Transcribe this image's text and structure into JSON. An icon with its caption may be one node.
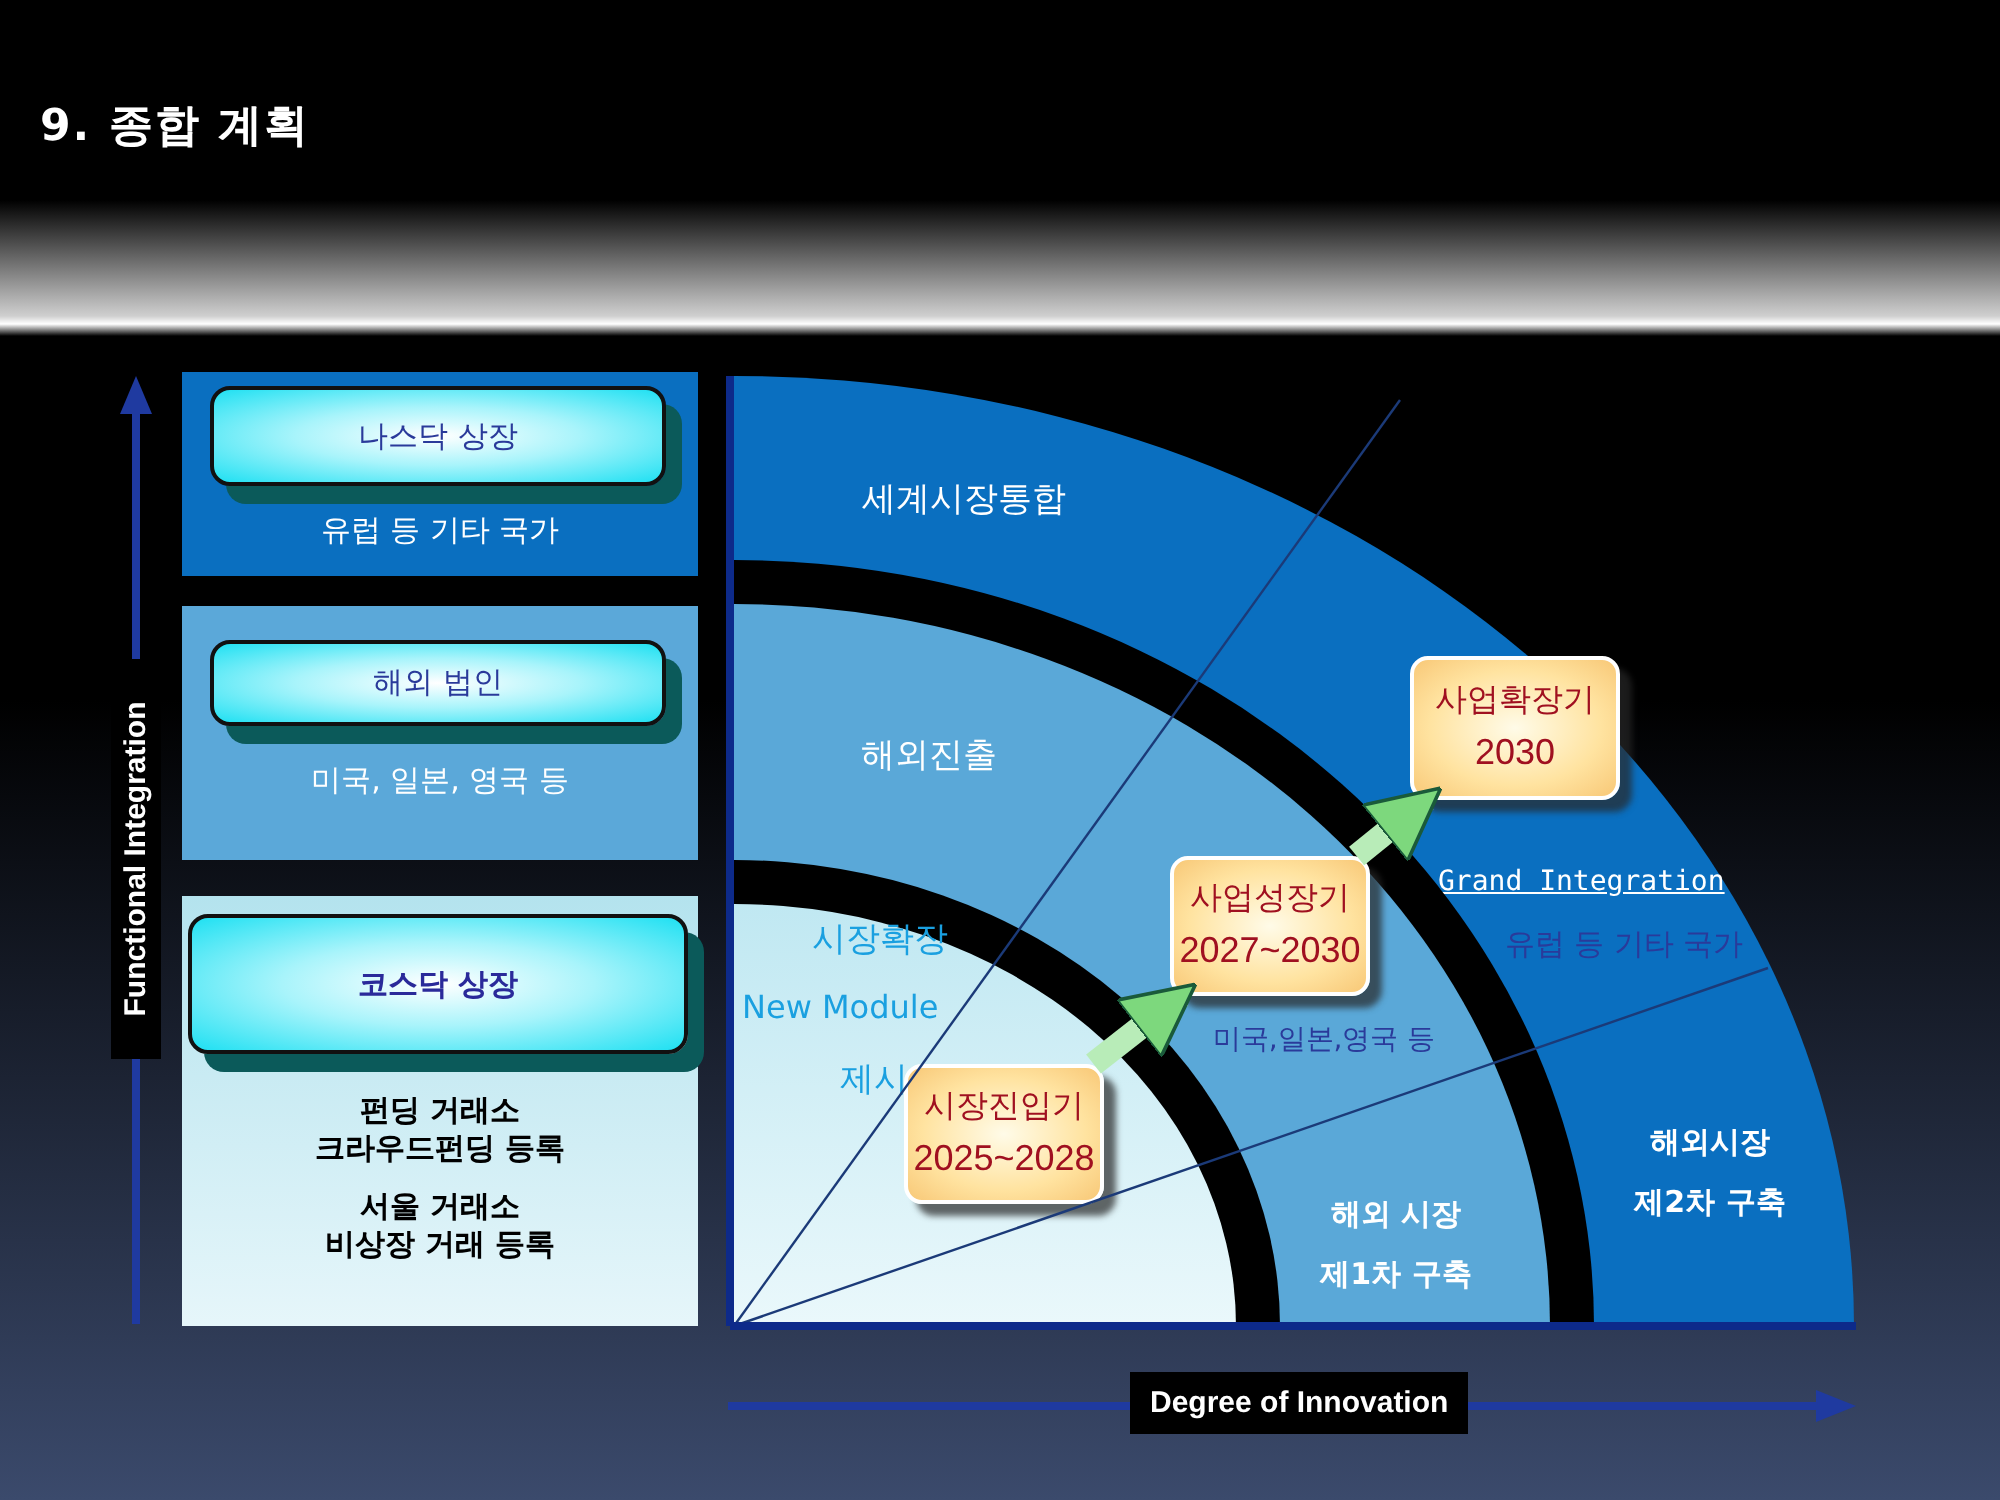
{
  "diagram": {
    "title": "9. 종합 계획",
    "nodes": [
      {
        "text": [
          "유럽 등 기타 국가"
        ]
      },
      {
        "text": [
          "나스닥 상장"
        ],
        "in": 0
      },
      {
        "text": [
          "미국, 일본, 영국 등"
        ]
      },
      {
        "text": [
          "해외 법인"
        ],
        "in": 2
      },
      {
        "text": [
          "펀딩 거래소 크라우드펀딩 등록",
          "서울 거래소 비상장 거래 등록"
        ]
      },
      {
        "text": [
          "코스닥 상장"
        ],
        "in": 4
      },
      {
        "text": [
          "세계시장통합",
          "Grand Integration",
          "유럽 등 기타 국가",
          "해외시장 제2차 구축"
        ]
      },
      {
        "text": [
          "해외진출",
          "미국,일본,영국 등",
          "해외 시장 제1차 구축"
        ],
        "in": 6
      },
      {
        "text": [
          "시장확장",
          "New Module",
          "제시"
        ],
        "in": 7
      },
      {
        "text": [
          "시장진입기",
          "2025~2028"
        ],
        "in": 8
      },
      {
        "text": [
          "사업성장기",
          "2027~2030"
        ],
        "in": 7
      },
      {
        "text": [
          "사업확장기",
          "2030"
        ],
        "in": 6
      }
    ],
    "edges": [
      {
        "from": 9,
        "to": 10,
        "arrow": "to"
      },
      {
        "from": 10,
        "to": 11,
        "arrow": "to"
      }
    ],
    "labels": [
      "Functional Integration",
      "Degree of Innovation"
    ]
  }
}
